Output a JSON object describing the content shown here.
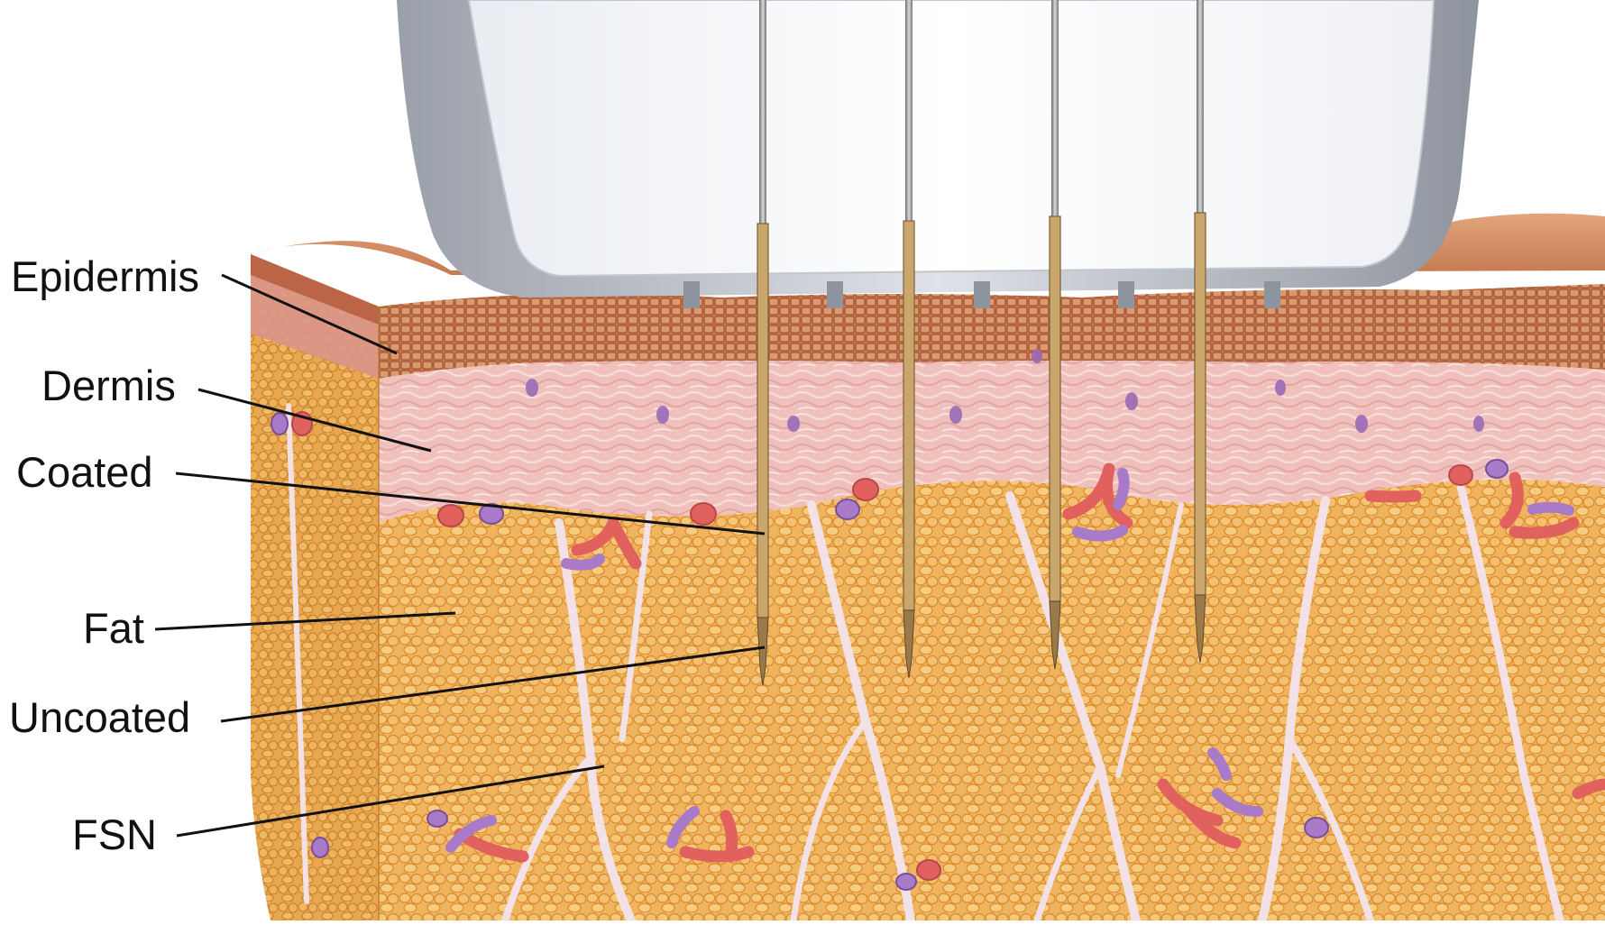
{
  "diagram": {
    "labels": {
      "epidermis": "Epidermis",
      "dermis": "Dermis",
      "coated": "Coated",
      "fat": "Fat",
      "uncoated": "Uncoated",
      "fsn": "FSN"
    },
    "colors": {
      "fat": "#f1b45e",
      "fat_cell_line": "#d88a2e",
      "dermis": "#efc0bc",
      "epidermis_top": "#c9825a",
      "epidermis_cells": "#b5562f",
      "septa": "#f3e4ee",
      "vessel_artery": "#e0615e",
      "vessel_vein": "#a97ac7",
      "needle_coated": "#c9a66b",
      "needle_uncoated": "#9a7a4a",
      "device_body": "#f3f5f8",
      "device_frame": "#c8ccd3",
      "leader_line": "#111111"
    }
  }
}
